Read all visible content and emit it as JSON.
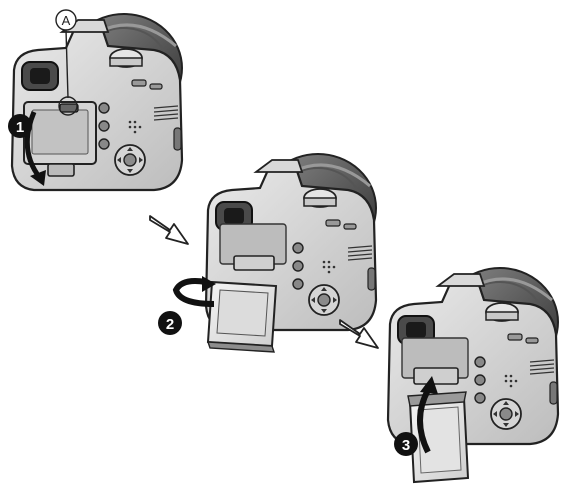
{
  "callout": {
    "label": "A"
  },
  "steps": [
    {
      "number": "1"
    },
    {
      "number": "2"
    },
    {
      "number": "3"
    }
  ]
}
